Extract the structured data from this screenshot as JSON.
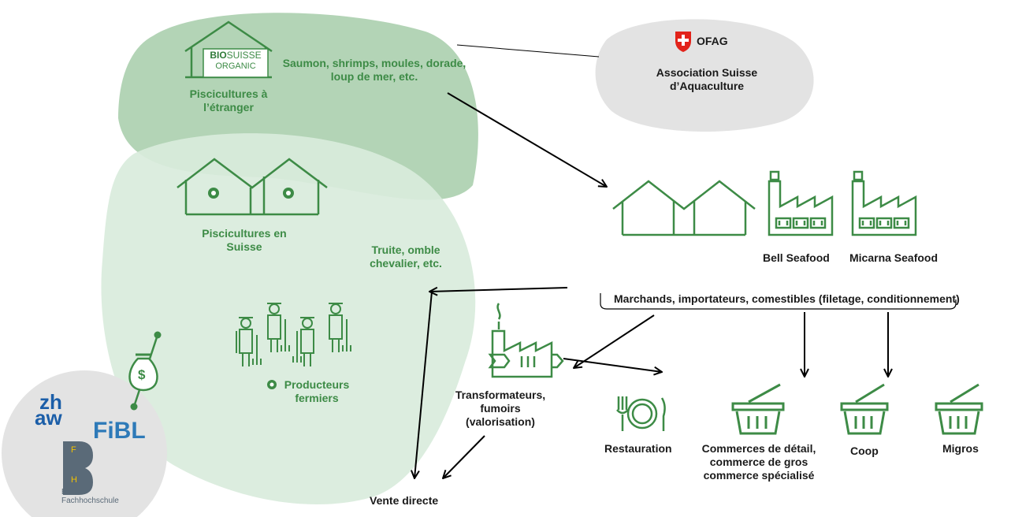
{
  "colors": {
    "green": "#3d8b46",
    "light_green": "#d9ebdc",
    "mid_green": "#b3d4b6",
    "gray_blob": "#e3e3e3",
    "swiss_red": "#e2231a",
    "fibl_blue": "#2e7ab8",
    "zhaw_blue": "#1b5ea8",
    "bfh_gray": "#5a6a78"
  },
  "labels": {
    "biosuisse_bio": "BIO",
    "biosuisse_suisse": "SUISSE",
    "biosuisse_organic": "ORGANIC",
    "foreign_species": "Saumon, shrimps, moules, dorade,\nloup de mer, etc.",
    "foreign_farms": "Piscicultures à\nl’étranger",
    "ofag": "OFAG",
    "association": "Association Suisse\nd’Aquaculture",
    "swiss_farms": "Piscicultures en\nSuisse",
    "swiss_species": "Truite, omble\nchevalier, etc.",
    "farm_producers": "Producteurs\nfermiers",
    "bell": "Bell Seafood",
    "micarna": "Micarna Seafood",
    "traders": "Marchands, importateurs, comestibles (filetage, conditionnement)",
    "processors": "Transformateurs,\nfumoirs\n(valorisation)",
    "restaurants": "Restauration",
    "retail": "Commerces de détail,\ncommerce de gros\ncommerce spécialisé",
    "coop": "Coop",
    "migros": "Migros",
    "direct_sales": "Vente directe"
  },
  "logos": {
    "zhaw_top": "zh",
    "zhaw_bottom": "aw",
    "fibl": "FiBL",
    "bfh_f": "F",
    "bfh_h": "H",
    "bfh_name": "Berner\nFachhochschule"
  },
  "icons": {
    "money": "money-bag-icon",
    "greenhouse": "greenhouse-icon",
    "factory": "factory-icon",
    "basket": "basket-icon",
    "cutlery": "cutlery-icon",
    "farmers": "farmers-icon",
    "swiss_flag": "swiss-cross-icon"
  }
}
